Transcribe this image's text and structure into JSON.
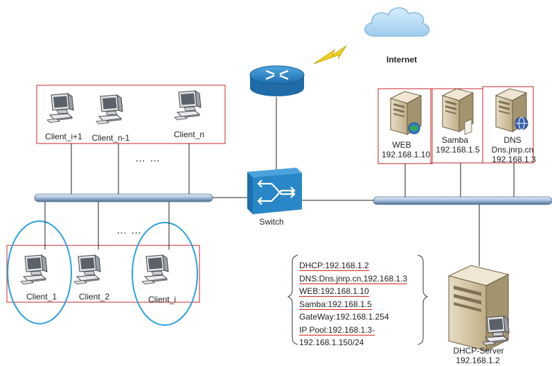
{
  "internet": {
    "label": "Internet"
  },
  "switch": {
    "label": "Switch"
  },
  "clients_top": [
    {
      "label": "Client_i+1"
    },
    {
      "label": "Client_n-1"
    },
    {
      "label": "Client_n"
    }
  ],
  "clients_bottom": [
    {
      "label": "Client_1"
    },
    {
      "label": "Client_2"
    },
    {
      "label": "Client_i"
    }
  ],
  "ellipsis": {
    "top": "… …",
    "bottom": "… …"
  },
  "servers": [
    {
      "name": "WEB",
      "ip": "192.168.1.10"
    },
    {
      "name": "Samba",
      "ip": "192.168.1.5"
    },
    {
      "name": "DNS",
      "host": "Dns.jnrp.cn",
      "ip": "192.168.1.3"
    }
  ],
  "dhcp_server": {
    "name": "DHCP-Server",
    "ip": "192.168.1.2"
  },
  "dhcp_config": [
    {
      "text": "DHCP:192.168.1.2",
      "underline": true
    },
    {
      "text": "DNS:Dns.jnrp.cn,192.168.1.3",
      "underline": true
    },
    {
      "text": "WEB:192.168.1.10",
      "underline": true
    },
    {
      "text": "Samba:192.168.1.5",
      "underline": true
    },
    {
      "text": "GateWay:192.168.1.254",
      "underline": false
    },
    {
      "text": "IP Pool:192.168.1.3-",
      "underline": true
    },
    {
      "text": "192.168.1.150/24",
      "underline": false
    }
  ],
  "colors": {
    "highlight_box": "#c4242a",
    "circle": "#2aa0dc",
    "router": "#2a86c6",
    "switch": "#2a86c6",
    "bus": "#9fbcd8",
    "cloud": "#b9dcf5",
    "lightning": "#f2d21a"
  }
}
